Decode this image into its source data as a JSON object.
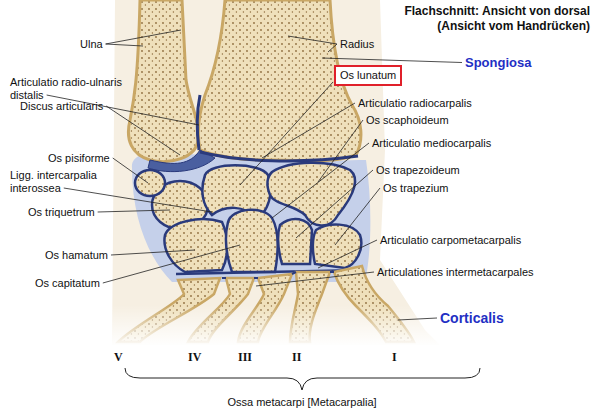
{
  "diagram": {
    "title": "Flachschnitt: Ansicht von dorsal (Ansicht vom Handrücken)",
    "nodes": [
      {
        "text": [
          "Os lunatum"
        ]
      }
    ],
    "labels": [
      "Ulna",
      "Radius",
      "Spongiosa",
      "Articulatio radio-ulnaris distalis",
      "Discus articularis",
      "Articulatio radiocarpalis",
      "Os scaphoideum",
      "Articulatio mediocarpalis",
      "Os pisiforme",
      "Os trapezoideum",
      "Ligg. intercarpalia interossea",
      "Os trapezium",
      "Os triquetrum",
      "Articulatio carpometacarpalis",
      "Os hamatum",
      "Articulationes intermetacarpales",
      "Os capitatum",
      "Corticalis",
      "V",
      "IV",
      "III",
      "II",
      "I",
      "Ossa metacarpi [Metacarpalia]"
    ]
  }
}
